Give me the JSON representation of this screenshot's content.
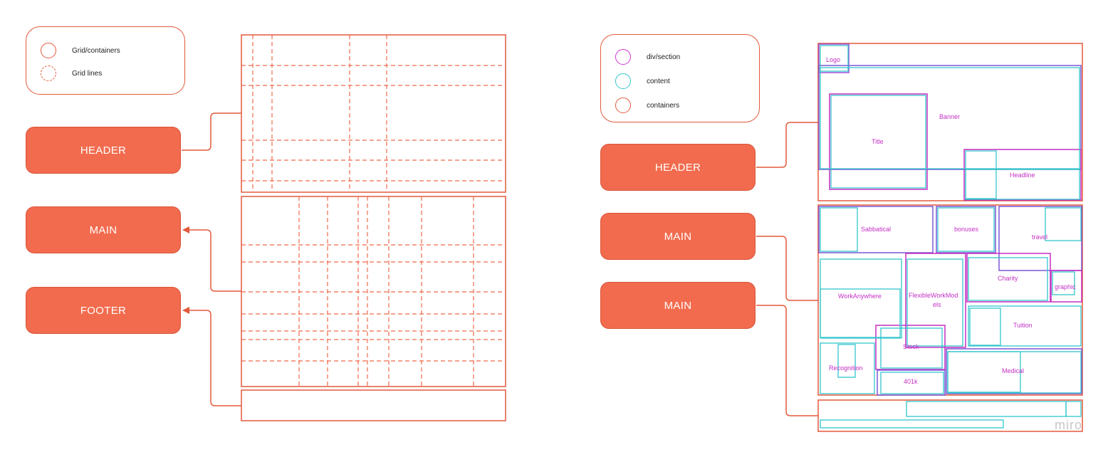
{
  "colors": {
    "container": "#e4593b",
    "grid": "#ef6a4b",
    "pill": "#f26b4e",
    "section": "#d431d4",
    "content": "#33c6cc"
  },
  "legend_left": {
    "items": [
      {
        "label": "Grid/containers",
        "icon": "solid-orange-circle"
      },
      {
        "label": "Grid lines",
        "icon": "dashed-orange-circle"
      }
    ]
  },
  "legend_right": {
    "items": [
      {
        "label": "div/section",
        "icon": "magenta-circle"
      },
      {
        "label": "content",
        "icon": "cyan-circle"
      },
      {
        "label": "containers",
        "icon": "orange-circle"
      }
    ]
  },
  "left_diagram": {
    "pills": {
      "header": "HEADER",
      "main": "MAIN",
      "footer": "FOOTER"
    }
  },
  "right_diagram": {
    "pills": {
      "header": "HEADER",
      "main_1": "MAIN",
      "main_2": "MAIN"
    },
    "labels": {
      "logo": "Logo",
      "banner": "Banner",
      "title": "Title",
      "headline": "Headline",
      "sabbatical": "Sabbatical",
      "bonuses": "bonuses",
      "travel": "travel",
      "workanywhere": "WorkAnywhere",
      "flexible_line1": "FlexibleWorkMod",
      "flexible_line2": "els",
      "charity": "Charity",
      "graphic": "graphic",
      "tuition": "Tuition",
      "stock": "Stock",
      "recognition": "Recognition",
      "k401": "401k",
      "medical": "Medical"
    }
  },
  "watermark": "miro"
}
